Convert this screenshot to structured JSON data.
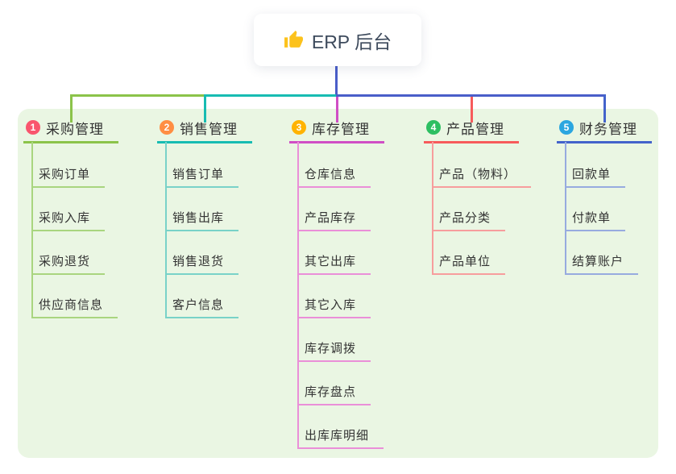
{
  "root": {
    "title": "ERP 后台",
    "icon": "thumbs-up-icon",
    "icon_color": "#fcc21c",
    "connector_color": "#4a5ec9"
  },
  "canvas": {
    "background": "#ffffff",
    "panel_background": "#eaf6e3"
  },
  "branches": [
    {
      "number": "1",
      "label": "采购管理",
      "badge_color": "#f9556d",
      "line_color": "#8bc34a",
      "child_line_color": "#a9d57f",
      "children": [
        "采购订单",
        "采购入库",
        "采购退货",
        "供应商信息"
      ]
    },
    {
      "number": "2",
      "label": "销售管理",
      "badge_color": "#ff8e43",
      "line_color": "#17bcb2",
      "child_line_color": "#79d2c8",
      "children": [
        "销售订单",
        "销售出库",
        "销售退货",
        "客户信息"
      ]
    },
    {
      "number": "3",
      "label": "库存管理",
      "badge_color": "#ffb302",
      "line_color": "#d04ec5",
      "child_line_color": "#ea8fd8",
      "children": [
        "仓库信息",
        "产品库存",
        "其它出库",
        "其它入库",
        "库存调拨",
        "库存盘点",
        "出库库明细"
      ]
    },
    {
      "number": "4",
      "label": "产品管理",
      "badge_color": "#2dbf62",
      "line_color": "#f75b5b",
      "child_line_color": "#f79d9d",
      "children": [
        "产品（物料）",
        "产品分类",
        "产品单位"
      ]
    },
    {
      "number": "5",
      "label": "财务管理",
      "badge_color": "#2ba6e0",
      "line_color": "#4363cb",
      "child_line_color": "#97abdf",
      "children": [
        "回款单",
        "付款单",
        "结算账户"
      ]
    }
  ]
}
